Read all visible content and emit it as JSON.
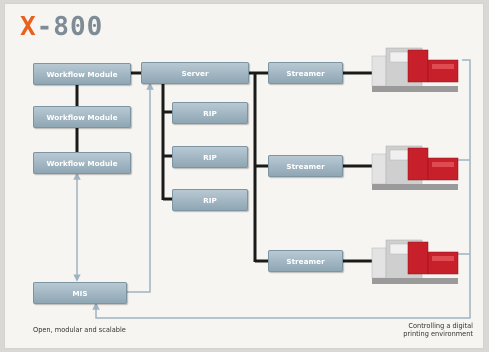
{
  "logo": {
    "x_letter": "X",
    "suffix": "-800",
    "x_color": "#e8601c",
    "suffix_color": "#7d8c96"
  },
  "nodes": {
    "workflow_1": "Workflow Module",
    "workflow_2": "Workflow Module",
    "workflow_3": "Workflow Module",
    "mis": "MIS",
    "server": "Server",
    "rip_1": "RIP",
    "rip_2": "RIP",
    "rip_3": "RIP",
    "streamer_1": "Streamer",
    "streamer_2": "Streamer",
    "streamer_3": "Streamer"
  },
  "captions": {
    "left": "Open, modular and scalable",
    "right_line1": "Controlling a digital",
    "right_line2": "printing environment"
  },
  "colors": {
    "box_top": "#b8c9d3",
    "box_bottom": "#8fa6b4",
    "connector": "#1a1a1a",
    "feedback_line": "#9fb3c0",
    "printer_red": "#c8202a",
    "printer_grey": "#d9d9d9"
  },
  "printers": [
    {
      "name": "printer-1"
    },
    {
      "name": "printer-2"
    },
    {
      "name": "printer-3"
    }
  ]
}
